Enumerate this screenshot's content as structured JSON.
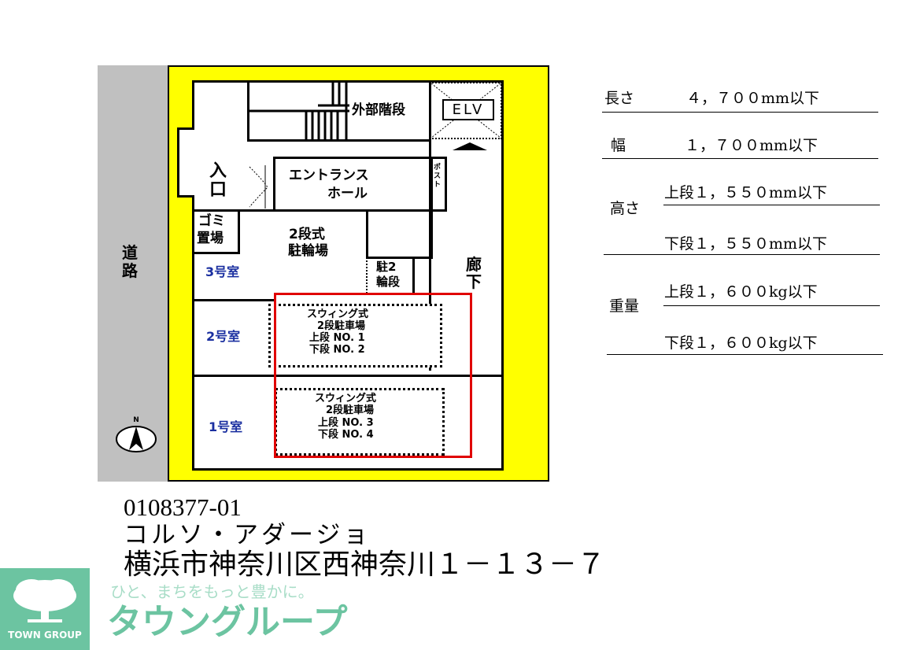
{
  "plan": {
    "road": "道路",
    "exterior_stairs": "外部階段",
    "elevator": "ELV",
    "entrance": "入口",
    "entrance_hall": [
      "エントランス",
      "ホール"
    ],
    "post": "ポスト",
    "garbage": [
      "ゴミ",
      "置場"
    ],
    "bike_parking": [
      "2段式",
      "駐輪場"
    ],
    "bike_parking_small": [
      "駐2",
      "輪段"
    ],
    "corridor": "廊下",
    "rooms": [
      "3号室",
      "2号室",
      "1号室"
    ],
    "parking_1": [
      "スウィング式",
      "2段駐車場",
      "上段  NO. 1",
      "下段  NO. 2"
    ],
    "parking_2": [
      "スウィング式",
      "2段駐車場",
      "上段  NO. 3",
      "下段  NO. 4"
    ],
    "north": "N",
    "colors": {
      "site": "#ffff00",
      "road": "#c0c0c0",
      "highlight": "#e00000",
      "room_label": "#1a2fa0"
    }
  },
  "specs": {
    "length_label": "長さ",
    "length_value": "４，７００mm以下",
    "width_label": "幅",
    "width_value": "１，７００mm以下",
    "height_label": "高さ",
    "height_upper": "上段１，５５０mm以下",
    "height_lower": "下段１，５５０mm以下",
    "weight_label": "重量",
    "weight_upper": "上段１，６００kg以下",
    "weight_lower": "下段１，６００kg以下"
  },
  "property": {
    "code": "0108377-01",
    "name": "コルソ・アダージョ",
    "address": "横浜市神奈川区西神奈川１－１３－７"
  },
  "logo": {
    "company_en": "TOWN GROUP",
    "company_jp": "タウングループ",
    "tagline": "ひと、まちをもっと豊かに。",
    "color": "#6cc4a1"
  }
}
